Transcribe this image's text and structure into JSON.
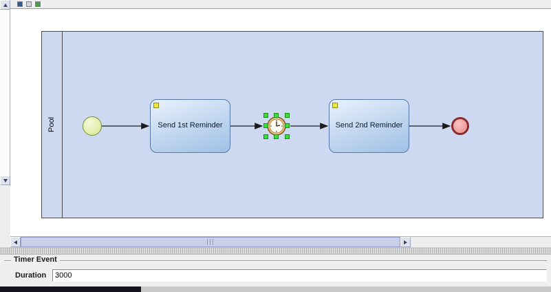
{
  "toolbar": {
    "icons": [
      {
        "name": "toolbar-icon-blue"
      },
      {
        "name": "toolbar-icon-light"
      },
      {
        "name": "toolbar-icon-green"
      }
    ]
  },
  "diagram": {
    "pool_label": "Pool",
    "tasks": [
      {
        "label": "Send 1st Reminder"
      },
      {
        "label": "Send 2nd Reminder"
      }
    ],
    "events": {
      "start": "start-event",
      "timer": "timer-intermediate-event (selected)",
      "end": "end-event"
    }
  },
  "properties_panel": {
    "group_title": "Timer Event",
    "fields": [
      {
        "label": "Duration",
        "value": "3000"
      }
    ]
  },
  "colors": {
    "pool_fill": "#ccd9f0",
    "task_border": "#5578a8",
    "task_fill_top": "#eaf2fc",
    "task_fill_bottom": "#9fc0e6",
    "start_fill": "#e4f0ae",
    "start_border": "#79883a",
    "end_fill": "#ef9b9b",
    "end_border": "#8b2b2b",
    "selection_handle": "#3ddd3d",
    "timer_ring": "#8a5a20",
    "scrollbar_thumb": "#c8d0ec"
  }
}
